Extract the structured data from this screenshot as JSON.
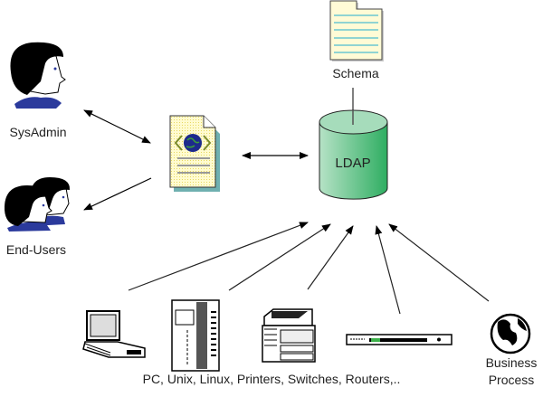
{
  "nodes": {
    "sysadmin": {
      "label": "SysAdmin",
      "icon": "person-icon"
    },
    "end_users": {
      "label": "End-Users",
      "icon": "people-icon"
    },
    "web_document": {
      "icon": "web-document-icon"
    },
    "schema": {
      "label": "Schema",
      "icon": "schema-document-icon"
    },
    "ldap": {
      "label": "LDAP",
      "icon": "database-cylinder-icon"
    },
    "devices": {
      "label": "PC, Unix, Linux, Printers, Switches, Routers,..",
      "icons": [
        "laptop-icon",
        "server-icon",
        "printer-icon",
        "router-icon"
      ]
    },
    "business_process": {
      "line1": "Business",
      "line2": "Process",
      "icon": "globe-icon"
    }
  },
  "edges": [
    {
      "from": "sysadmin",
      "to": "web_document",
      "direction": "both"
    },
    {
      "from": "web_document",
      "to": "end_users",
      "direction": "forward"
    },
    {
      "from": "web_document",
      "to": "ldap",
      "direction": "both"
    },
    {
      "from": "schema",
      "to": "ldap",
      "direction": "none"
    },
    {
      "from": "devices",
      "to": "ldap",
      "direction": "forward"
    },
    {
      "from": "business_process",
      "to": "ldap",
      "direction": "forward"
    }
  ],
  "colors": {
    "ldap": "#4cbf7a",
    "document": "#fff6a8",
    "shirt": "#2b3a9c",
    "schema_lines": "#6cc8d0"
  }
}
